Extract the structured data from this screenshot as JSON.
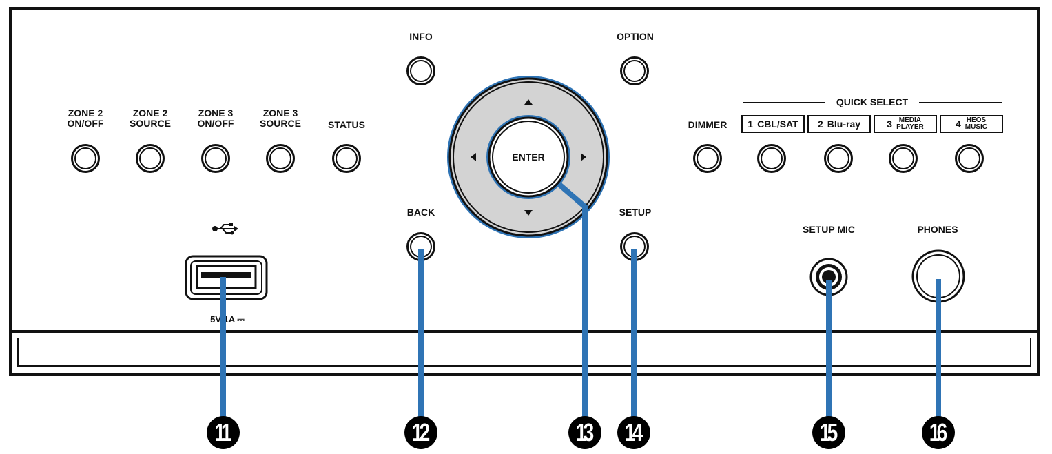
{
  "labels": {
    "zone2_onoff": "ZONE 2\nON/OFF",
    "zone2_source": "ZONE 2\nSOURCE",
    "zone3_onoff": "ZONE 3\nON/OFF",
    "zone3_source": "ZONE 3\nSOURCE",
    "status": "STATUS",
    "info": "INFO",
    "option": "OPTION",
    "back": "BACK",
    "setup": "SETUP",
    "enter": "ENTER",
    "dimmer": "DIMMER",
    "quick_select": "QUICK SELECT",
    "setup_mic": "SETUP MIC",
    "phones": "PHONES",
    "usb_rating": "5V/1A ⎓"
  },
  "quick_select": [
    {
      "num": "1",
      "name": "CBL/SAT",
      "small": false
    },
    {
      "num": "2",
      "name": "Blu-ray",
      "small": false
    },
    {
      "num": "3",
      "name": "MEDIA\nPLAYER",
      "small": true
    },
    {
      "num": "4",
      "name": "HEOS\nMUSIC",
      "small": true
    }
  ],
  "callouts": [
    "11",
    "12",
    "13",
    "14",
    "15",
    "16"
  ],
  "icons": {
    "usb": "usb-icon",
    "arrows": [
      "arrow-up-icon",
      "arrow-down-icon",
      "arrow-left-icon",
      "arrow-right-icon"
    ]
  },
  "colors": {
    "leader_line": "#2f74b5",
    "dial_fill": "#d3d3d3",
    "outline": "#111111"
  }
}
